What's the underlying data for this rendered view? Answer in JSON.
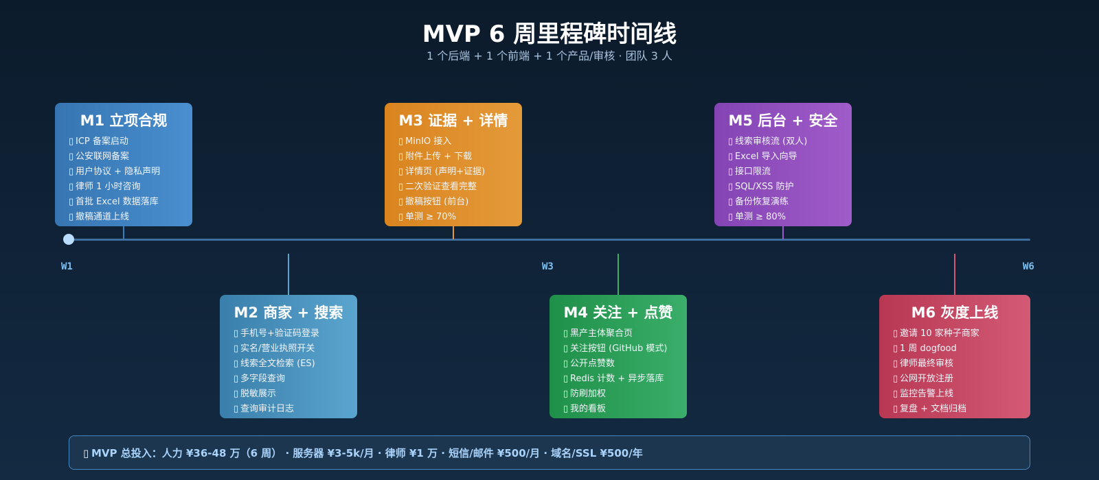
{
  "title": "MVP 6 周里程碑时间线",
  "subtitle": "1 个后端 + 1 个前端 + 1 个产品/审核 · 团队 3 人",
  "week_labels": [
    "W1",
    "W3",
    "W6"
  ],
  "milestones": [
    {
      "title": "M1 立项合规",
      "color": "#3a7dbb",
      "items": [
        "ICP 备案启动",
        "公安联网备案",
        "用户协议 + 隐私声明",
        "律师 1 小时咨询",
        "首批 Excel 数据落库",
        "撤稿通道上线"
      ]
    },
    {
      "title": "M2 商家 + 搜索",
      "color": "#3d85b0",
      "items": [
        "手机号+验证码登录",
        "实名/营业执照开关",
        "线索全文检索 (ES)",
        "多字段查询",
        "脱敏展示",
        "查询审计日志"
      ]
    },
    {
      "title": "M3 证据 + 详情",
      "color": "#dc8a28",
      "items": [
        "MinIO 接入",
        "附件上传 + 下载",
        "详情页 (声明+证据)",
        "二次验证查看完整",
        "撤稿按钮 (前台)",
        "单测 ≥ 70%"
      ]
    },
    {
      "title": "M4 关注 + 点赞",
      "color": "#249a52",
      "items": [
        "黑产主体聚合页",
        "关注按钮 (GitHub 模式)",
        "公开点赞数",
        "Redis 计数 + 异步落库",
        "防刷加权",
        "我的看板"
      ]
    },
    {
      "title": "M5 后台 + 安全",
      "color": "#8b48b8",
      "items": [
        "线索审核流 (双人)",
        "Excel 导入向导",
        "接口限流",
        "SQL/XSS 防护",
        "备份恢复演练",
        "单测 ≥ 80%"
      ]
    },
    {
      "title": "M6 灰度上线",
      "color": "#c3425d",
      "items": [
        "邀请 10 家种子商家",
        "1 周 dogfood",
        "律师最终审核",
        "公网开放注册",
        "监控告警上线",
        "复盘 + 文档归档"
      ]
    }
  ],
  "summary": "MVP 总投入：人力 ¥36-48 万（6 周） · 服务器 ¥3-5k/月 · 律师 ¥1 万 · 短信/邮件 ¥500/月 · 域名/SSL ¥500/年"
}
